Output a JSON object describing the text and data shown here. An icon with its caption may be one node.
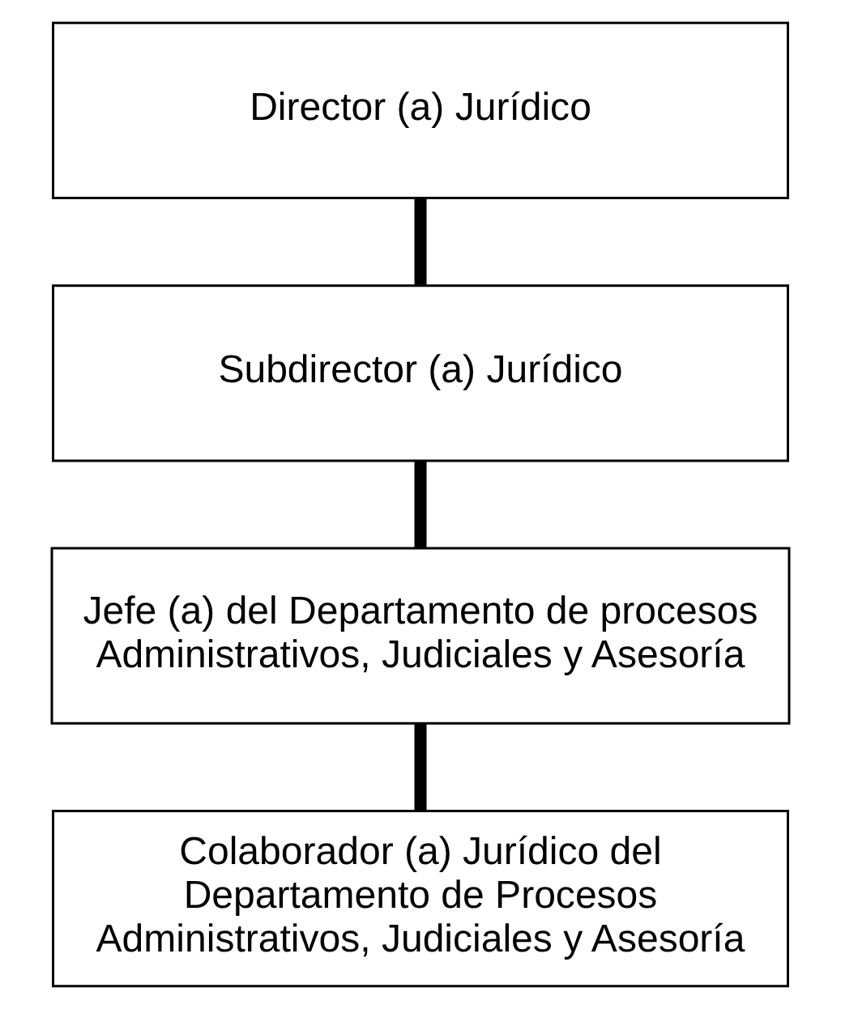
{
  "diagram": {
    "nodes": [
      {
        "text": [
          "Director (a) Jurídico"
        ]
      },
      {
        "text": [
          "Subdirector (a) Jurídico"
        ]
      },
      {
        "text": [
          "Jefe (a) del Departamento de procesos Administrativos, Judiciales y Asesoría"
        ]
      },
      {
        "text": [
          "Colaborador (a) Jurídico del Departamento de Procesos Administrativos, Judiciales y Asesoría"
        ]
      }
    ],
    "edges": [
      {
        "from": 0,
        "to": 1,
        "arrow": "none"
      },
      {
        "from": 1,
        "to": 2,
        "arrow": "none"
      },
      {
        "from": 2,
        "to": 3,
        "arrow": "none"
      }
    ]
  }
}
